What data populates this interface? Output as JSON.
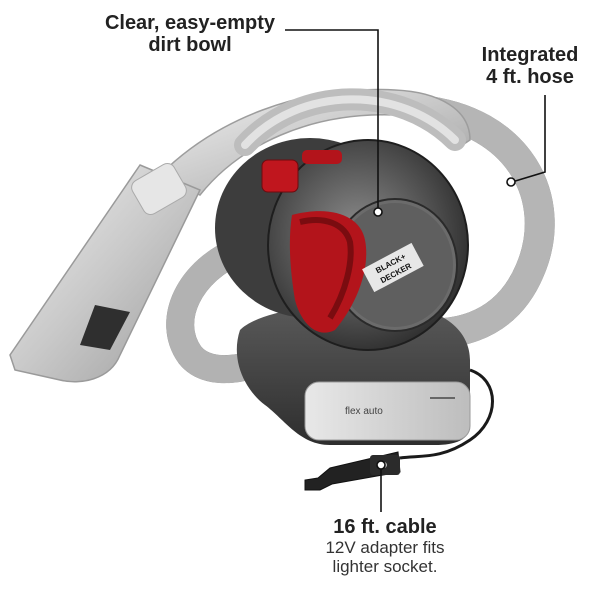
{
  "callouts": {
    "dirt_bowl": {
      "line1": "Clear, easy-empty",
      "line2": "dirt bowl"
    },
    "hose": {
      "line1": "Integrated",
      "line2": "4 ft. hose"
    },
    "cable": {
      "line1": "16 ft. cable",
      "line2": "12V adapter fits",
      "line3": "lighter socket."
    }
  },
  "product": {
    "logo_line1": "BLACK+",
    "logo_line2": "DECKER",
    "base_label": "flex auto"
  },
  "colors": {
    "accent_red": "#b3141b",
    "hose_gray": "#9a9a9a",
    "body_dark": "#3a3a3a",
    "wand_silver": "#d6d6d6"
  }
}
